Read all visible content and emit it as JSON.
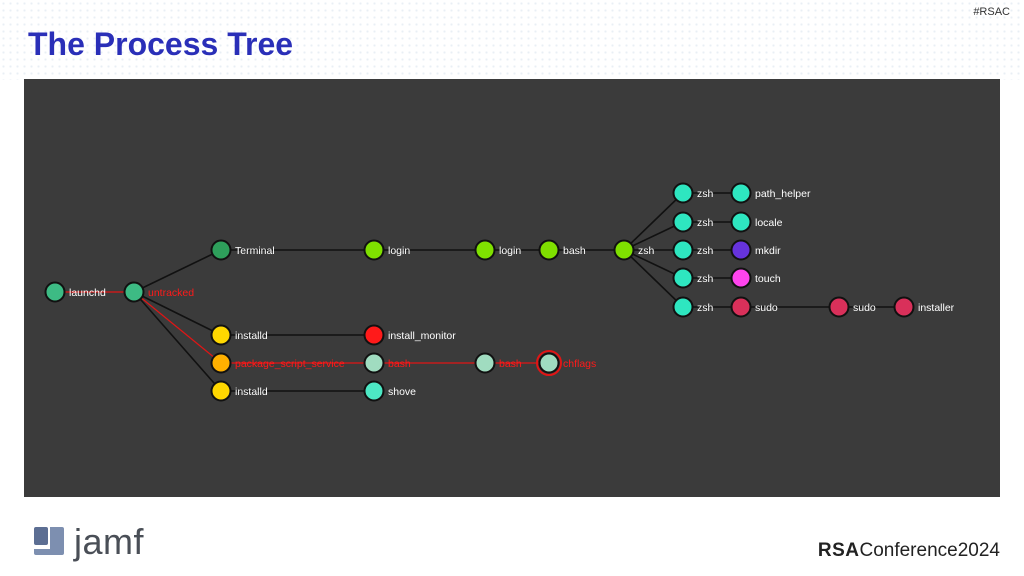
{
  "header": {
    "hashtag": "#RSAC",
    "title": "The Process Tree"
  },
  "footer": {
    "logo_text": "jamf",
    "conference_brand": "RSA",
    "conference_word": "Conference",
    "conference_year": "2024"
  },
  "colors": {
    "title": "#2a2fb8",
    "panel_bg": "#3b3b3b",
    "suspicious_edge": "#e01515",
    "label_normal": "#ffffff",
    "label_suspicious": "#ff1a1a"
  },
  "tree": {
    "nodes": [
      {
        "id": "launchd",
        "label": "launchd",
        "color": "#3dbb84",
        "suspicious": false
      },
      {
        "id": "untracked",
        "label": "untracked",
        "color": "#3dbb84",
        "suspicious": true
      },
      {
        "id": "terminal",
        "label": "Terminal",
        "color": "#2e9f5b",
        "suspicious": false
      },
      {
        "id": "installd1",
        "label": "installd",
        "color": "#ffd700",
        "suspicious": false
      },
      {
        "id": "pss",
        "label": "package_script_service",
        "color": "#ffb000",
        "suspicious": true
      },
      {
        "id": "installd2",
        "label": "installd",
        "color": "#ffd700",
        "suspicious": false
      },
      {
        "id": "login1",
        "label": "login",
        "color": "#7fe000",
        "suspicious": false
      },
      {
        "id": "login2",
        "label": "login",
        "color": "#7fe000",
        "suspicious": false
      },
      {
        "id": "bash1",
        "label": "bash",
        "color": "#7fe000",
        "suspicious": false
      },
      {
        "id": "zsh0",
        "label": "zsh",
        "color": "#7fe000",
        "suspicious": false
      },
      {
        "id": "zsh1",
        "label": "zsh",
        "color": "#2ee6c0",
        "suspicious": false
      },
      {
        "id": "zsh2",
        "label": "zsh",
        "color": "#2ee6c0",
        "suspicious": false
      },
      {
        "id": "zsh3",
        "label": "zsh",
        "color": "#2ee6c0",
        "suspicious": false
      },
      {
        "id": "zsh4",
        "label": "zsh",
        "color": "#2ee6c0",
        "suspicious": false
      },
      {
        "id": "zsh5",
        "label": "zsh",
        "color": "#2ee6c0",
        "suspicious": false
      },
      {
        "id": "path_helper",
        "label": "path_helper",
        "color": "#2ee6c0",
        "suspicious": false
      },
      {
        "id": "locale",
        "label": "locale",
        "color": "#2ee6c0",
        "suspicious": false
      },
      {
        "id": "mkdir",
        "label": "mkdir",
        "color": "#6633dd",
        "suspicious": false
      },
      {
        "id": "touch",
        "label": "touch",
        "color": "#ff44ee",
        "suspicious": false
      },
      {
        "id": "sudo1",
        "label": "sudo",
        "color": "#d9305a",
        "suspicious": false
      },
      {
        "id": "sudo2",
        "label": "sudo",
        "color": "#d9305a",
        "suspicious": false
      },
      {
        "id": "installer",
        "label": "installer",
        "color": "#d9305a",
        "suspicious": false
      },
      {
        "id": "install_monitor",
        "label": "install_monitor",
        "color": "#ff1a1a",
        "suspicious": false
      },
      {
        "id": "bash2",
        "label": "bash",
        "color": "#a0dcc0",
        "suspicious": true
      },
      {
        "id": "bash3",
        "label": "bash",
        "color": "#a0dcc0",
        "suspicious": true
      },
      {
        "id": "chflags",
        "label": "chflags",
        "color": "#a0dcc0",
        "suspicious": true,
        "ring": "#e01515"
      },
      {
        "id": "shove",
        "label": "shove",
        "color": "#4de8c4",
        "suspicious": false
      }
    ],
    "edges": [
      {
        "from": "launchd",
        "to": "untracked",
        "suspicious": true
      },
      {
        "from": "untracked",
        "to": "terminal",
        "suspicious": false
      },
      {
        "from": "untracked",
        "to": "installd1",
        "suspicious": false
      },
      {
        "from": "untracked",
        "to": "pss",
        "suspicious": true
      },
      {
        "from": "untracked",
        "to": "installd2",
        "suspicious": false
      },
      {
        "from": "terminal",
        "to": "login1",
        "suspicious": false
      },
      {
        "from": "login1",
        "to": "login2",
        "suspicious": false
      },
      {
        "from": "login2",
        "to": "bash1",
        "suspicious": false
      },
      {
        "from": "bash1",
        "to": "zsh0",
        "suspicious": false
      },
      {
        "from": "zsh0",
        "to": "zsh1",
        "suspicious": false
      },
      {
        "from": "zsh0",
        "to": "zsh2",
        "suspicious": false
      },
      {
        "from": "zsh0",
        "to": "zsh3",
        "suspicious": false
      },
      {
        "from": "zsh0",
        "to": "zsh4",
        "suspicious": false
      },
      {
        "from": "zsh0",
        "to": "zsh5",
        "suspicious": false
      },
      {
        "from": "zsh1",
        "to": "path_helper",
        "suspicious": false
      },
      {
        "from": "zsh2",
        "to": "locale",
        "suspicious": false
      },
      {
        "from": "zsh3",
        "to": "mkdir",
        "suspicious": false
      },
      {
        "from": "zsh4",
        "to": "touch",
        "suspicious": false
      },
      {
        "from": "zsh5",
        "to": "sudo1",
        "suspicious": false
      },
      {
        "from": "sudo1",
        "to": "sudo2",
        "suspicious": false
      },
      {
        "from": "sudo2",
        "to": "installer",
        "suspicious": false
      },
      {
        "from": "installd1",
        "to": "install_monitor",
        "suspicious": false
      },
      {
        "from": "pss",
        "to": "bash2",
        "suspicious": true
      },
      {
        "from": "bash2",
        "to": "bash3",
        "suspicious": true
      },
      {
        "from": "bash3",
        "to": "chflags",
        "suspicious": true
      },
      {
        "from": "installd2",
        "to": "shove",
        "suspicious": false
      }
    ]
  }
}
